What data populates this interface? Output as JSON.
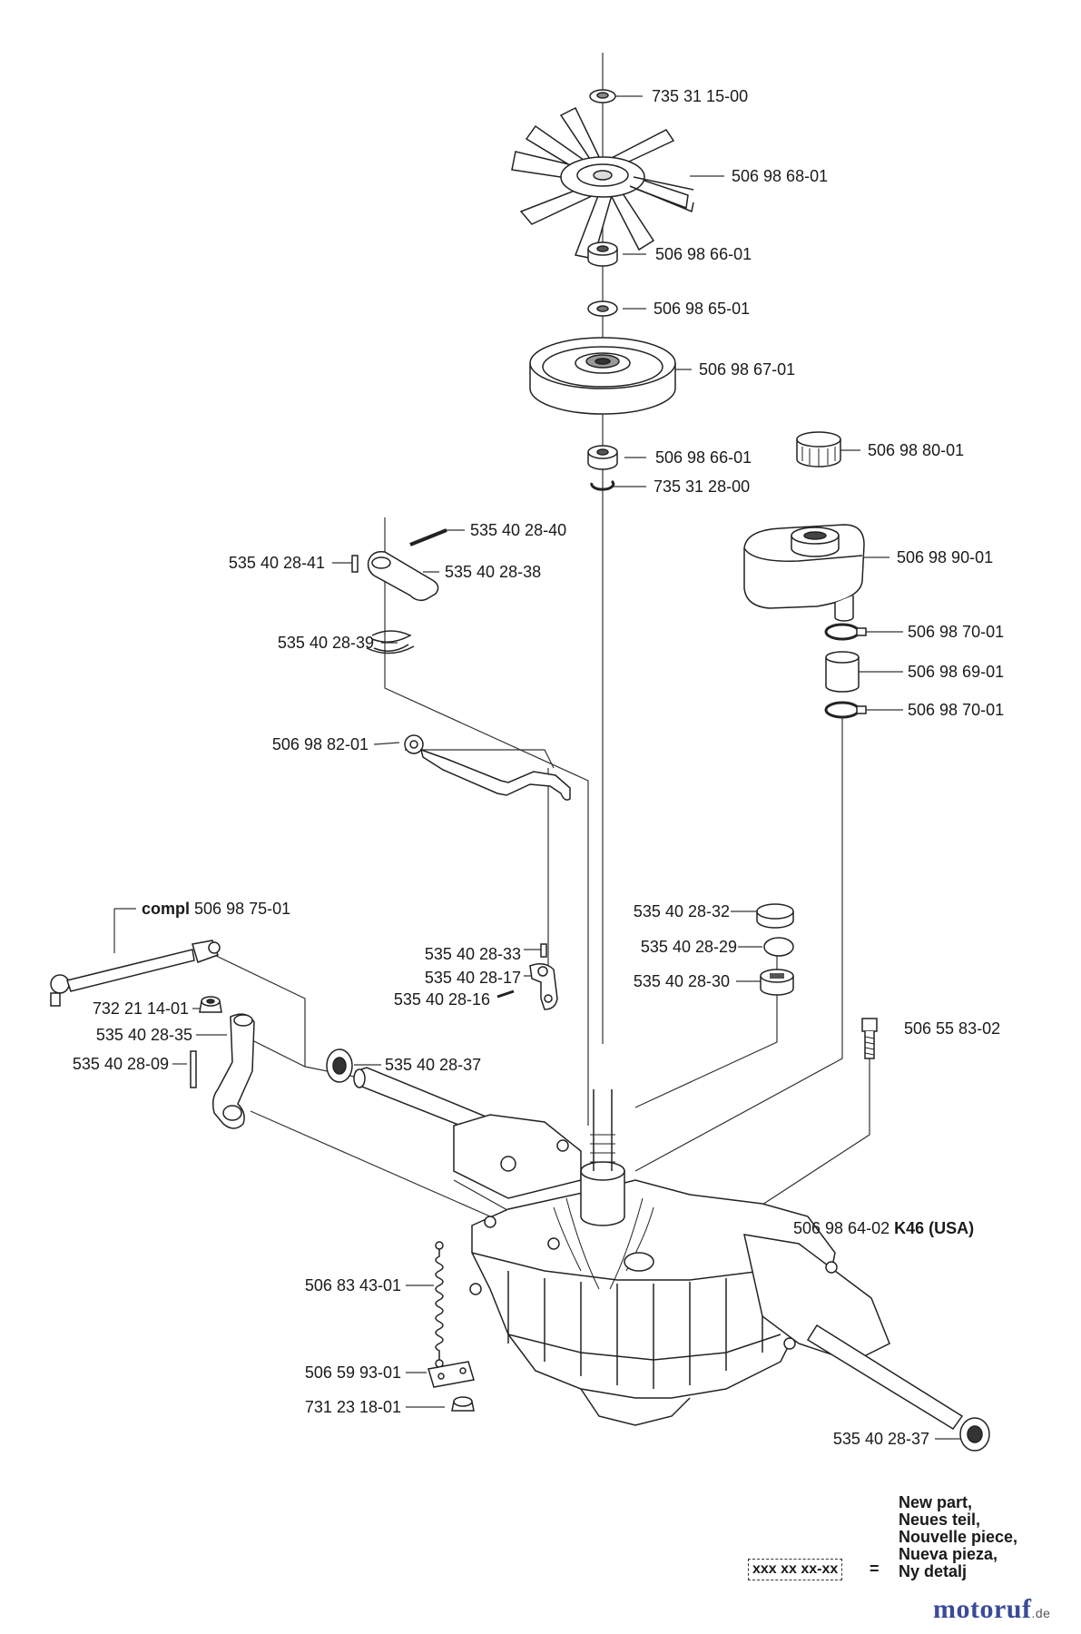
{
  "parts": [
    {
      "id": "p1",
      "text": "735 31 15-00"
    },
    {
      "id": "p2",
      "text": "506 98 68-01"
    },
    {
      "id": "p3",
      "text": "506 98 66-01"
    },
    {
      "id": "p4",
      "text": "506 98 65-01"
    },
    {
      "id": "p5",
      "text": "506 98 67-01"
    },
    {
      "id": "p6",
      "text": "506 98 66-01"
    },
    {
      "id": "p7",
      "text": "735 31 28-00"
    },
    {
      "id": "p8",
      "text": "506 98 80-01"
    },
    {
      "id": "p9",
      "text": "535 40 28-40"
    },
    {
      "id": "p10",
      "text": "535 40 28-41"
    },
    {
      "id": "p11",
      "text": "535 40 28-38"
    },
    {
      "id": "p12",
      "text": "506 98 90-01"
    },
    {
      "id": "p13",
      "text": "535 40 28-39"
    },
    {
      "id": "p14",
      "text": "506 98 70-01"
    },
    {
      "id": "p15",
      "text": "506 98 69-01"
    },
    {
      "id": "p16",
      "text": "506 98 70-01"
    },
    {
      "id": "p17",
      "text": "506 98 82-01"
    },
    {
      "id": "p18",
      "text": "506 98 75-01",
      "prefix": "compl"
    },
    {
      "id": "p19",
      "text": "535 40 28-32"
    },
    {
      "id": "p20",
      "text": "535 40 28-29"
    },
    {
      "id": "p21",
      "text": "535 40 28-33"
    },
    {
      "id": "p22",
      "text": "535 40 28-17"
    },
    {
      "id": "p23",
      "text": "535 40 28-30"
    },
    {
      "id": "p24",
      "text": "535 40 28-16"
    },
    {
      "id": "p25",
      "text": "732 21 14-01"
    },
    {
      "id": "p26",
      "text": "535 40 28-35"
    },
    {
      "id": "p27",
      "text": "506 55 83-02"
    },
    {
      "id": "p28",
      "text": "535 40 28-09"
    },
    {
      "id": "p29",
      "text": "535 40 28-37"
    },
    {
      "id": "p30",
      "text": "506 98 64-02",
      "suffix": "K46 (USA)"
    },
    {
      "id": "p31",
      "text": "506 83 43-01"
    },
    {
      "id": "p32",
      "text": "506 59 93-01"
    },
    {
      "id": "p33",
      "text": "731 23 18-01"
    },
    {
      "id": "p34",
      "text": "535 40 28-37"
    }
  ],
  "legend": {
    "lines": [
      "New part,",
      "Neues teil,",
      "Nouvelle piece,",
      "Nueva pieza,",
      "Ny detalj"
    ],
    "sample": "xxx xx xx-xx",
    "equals": "="
  },
  "brand": {
    "name": "motoruf",
    "tld": ".de"
  }
}
